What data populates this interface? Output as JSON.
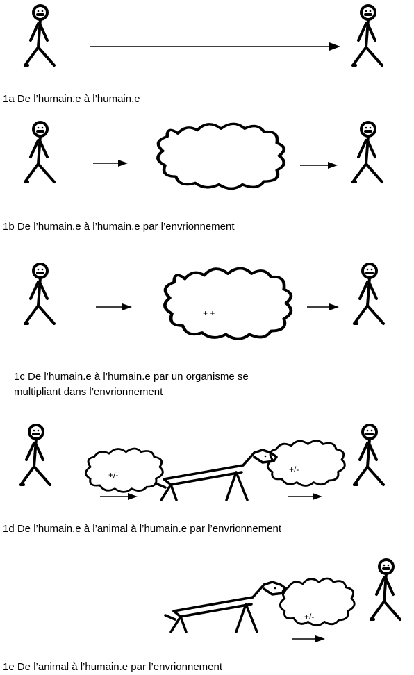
{
  "captions": {
    "a": "1a De l’humain.e à l’humain.e",
    "b": "1b De l’humain.e à l’humain.e par l’envrionnement",
    "c_line1": "1c De l’humain.e à l’humain.e par  un organisme se",
    "c_line2": "multipliant dans l’envrionnement",
    "d": "1d De l’humain.e à l’animal à l’humain.e par l’envrionnement",
    "e": "1e De l’animal à l’humain.e par l’envrionnement"
  },
  "cloud_labels": {
    "c": "+ +",
    "d_left": "+/-",
    "d_right": "+/-",
    "e": "+/-"
  },
  "icons": [
    "stick-figure-icon",
    "arrow-icon",
    "cloud-icon",
    "animal-icon"
  ]
}
